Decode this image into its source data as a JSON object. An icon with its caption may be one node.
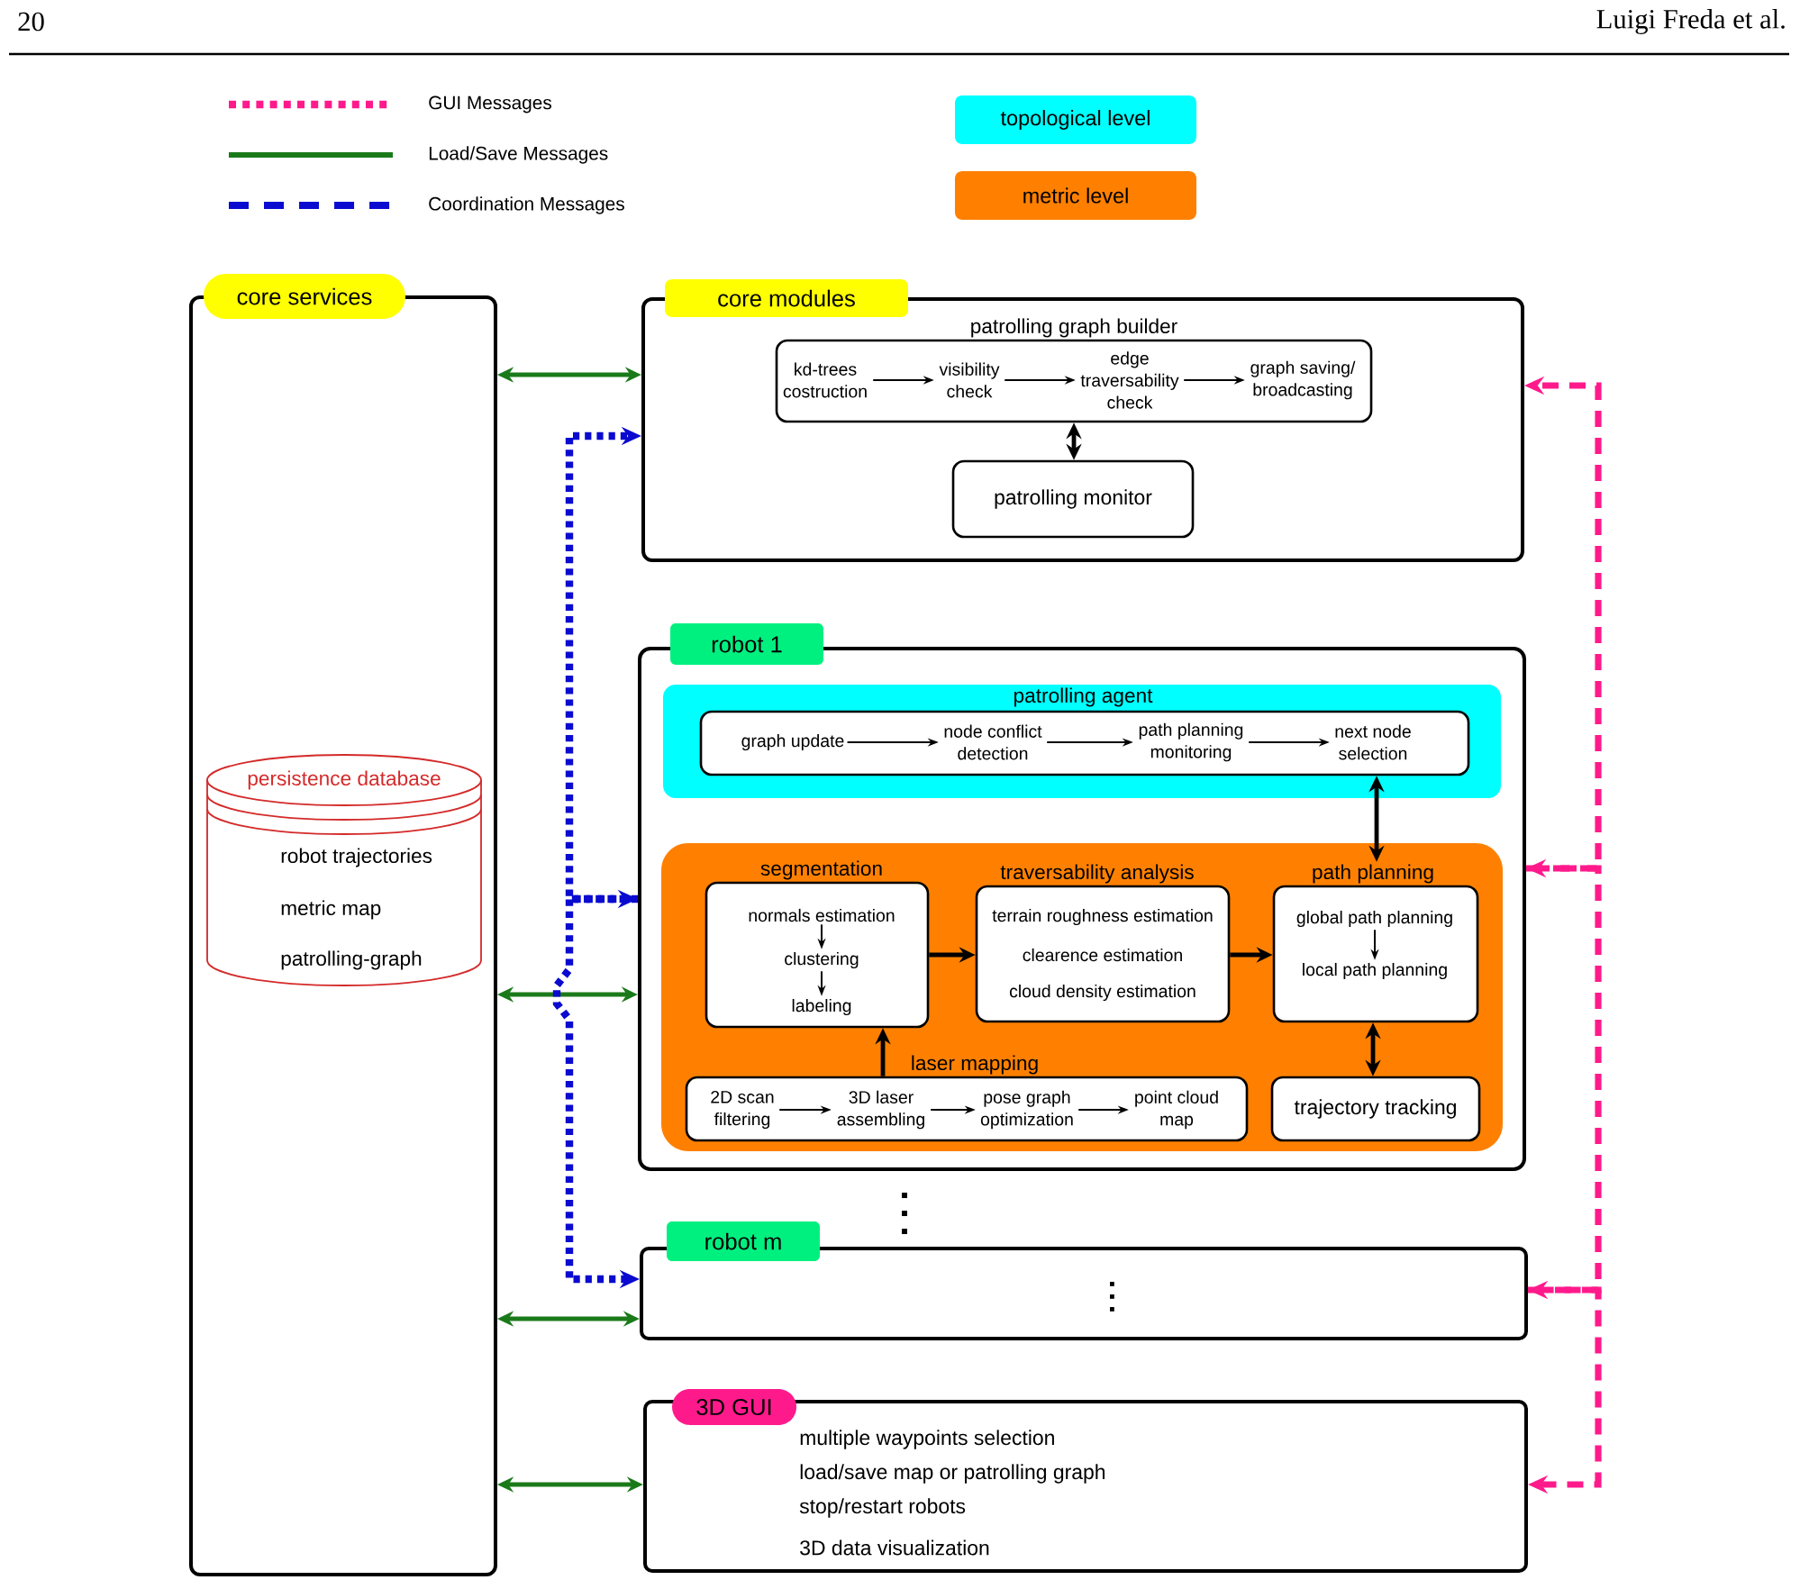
{
  "diagram": {
    "nodes": [
      {
        "text": [
          "core services"
        ]
      },
      {
        "text": [
          "persistence database",
          "robot trajectories",
          "metric map",
          "patrolling-graph"
        ],
        "in": 0
      },
      {
        "text": [
          "core modules"
        ]
      },
      {
        "text": [
          "patrolling graph builder"
        ],
        "in": 2
      },
      {
        "text": [
          "kd-trees costruction"
        ],
        "in": 3
      },
      {
        "text": [
          "visibility check"
        ],
        "in": 3
      },
      {
        "text": [
          "edge traversability check"
        ],
        "in": 3
      },
      {
        "text": [
          "graph saving/ broadcasting"
        ],
        "in": 3
      },
      {
        "text": [
          "patrolling monitor"
        ],
        "in": 2
      },
      {
        "text": [
          "robot 1"
        ]
      },
      {
        "text": [],
        "shape": "box",
        "in": 9
      },
      {
        "text": [
          "patrolling agent"
        ],
        "in": 10
      },
      {
        "text": [
          "graph update"
        ],
        "in": 11
      },
      {
        "text": [
          "node conflict detection"
        ],
        "in": 11
      },
      {
        "text": [
          "path planning monitoring"
        ],
        "in": 11
      },
      {
        "text": [
          "next node selection"
        ],
        "in": 11
      },
      {
        "text": [],
        "shape": "box",
        "in": 9
      },
      {
        "text": [
          "segmentation"
        ],
        "in": 16
      },
      {
        "text": [
          "normals estimation"
        ],
        "in": 17
      },
      {
        "text": [
          "clustering"
        ],
        "in": 17
      },
      {
        "text": [
          "labeling"
        ],
        "in": 17
      },
      {
        "text": [
          "traversability analysis",
          "terrain roughness estimation",
          "clearence estimation",
          "cloud density estimation"
        ],
        "in": 16
      },
      {
        "text": [
          "path planning"
        ],
        "in": 16
      },
      {
        "text": [
          "global path planning"
        ],
        "in": 22
      },
      {
        "text": [
          "local path planning"
        ],
        "in": 22
      },
      {
        "text": [
          "laser mapping"
        ],
        "in": 16
      },
      {
        "text": [
          "2D scan filtering"
        ],
        "in": 25
      },
      {
        "text": [
          "3D laser assembling"
        ],
        "in": 25
      },
      {
        "text": [
          "pose graph optimization"
        ],
        "in": 25
      },
      {
        "text": [
          "point cloud map"
        ],
        "in": 25
      },
      {
        "text": [
          "trajectory tracking"
        ],
        "in": 16
      },
      {
        "text": [
          "robot m"
        ]
      },
      {
        "text": [
          "3D GUI",
          "multiple waypoints selection",
          "load/save map or patrolling graph",
          "stop/restart robots",
          "3D data visualization"
        ]
      }
    ],
    "edges": [
      {
        "from": 0,
        "to": 2,
        "arrow": "both",
        "color": "#1a7a1a"
      },
      {
        "from": 9,
        "to": 2,
        "arrow": "to",
        "style": "dashed",
        "color": "#0a0ad0"
      },
      {
        "from": 4,
        "to": 5,
        "arrow": "to"
      },
      {
        "from": 5,
        "to": 6,
        "arrow": "to"
      },
      {
        "from": 6,
        "to": 7,
        "arrow": "to"
      },
      {
        "from": 3,
        "to": 8,
        "arrow": "both"
      },
      {
        "from": 9,
        "to": 2,
        "arrow": "to",
        "style": "dashed",
        "color": "#ff1a8c"
      },
      {
        "from": 12,
        "to": 13,
        "arrow": "to"
      },
      {
        "from": 13,
        "to": 14,
        "arrow": "to"
      },
      {
        "from": 14,
        "to": 15,
        "arrow": "to"
      },
      {
        "from": 11,
        "to": 22,
        "arrow": "both"
      },
      {
        "from": 31,
        "to": 9,
        "arrow": "to",
        "style": "dashed",
        "color": "#ff1a8c"
      },
      {
        "from": 18,
        "to": 19,
        "arrow": "to"
      },
      {
        "from": 19,
        "to": 20,
        "arrow": "to"
      },
      {
        "from": 17,
        "to": 21,
        "arrow": "to"
      },
      {
        "from": 21,
        "to": 22,
        "arrow": "to"
      },
      {
        "from": 23,
        "to": 24,
        "arrow": "to"
      },
      {
        "from": 0,
        "to": 9,
        "arrow": "both",
        "color": "#1a7a1a"
      },
      {
        "from": 31,
        "to": 9,
        "arrow": "both",
        "style": "dashed",
        "color": "#0a0ad0"
      },
      {
        "from": 25,
        "to": 17,
        "arrow": "to"
      },
      {
        "from": 26,
        "to": 27,
        "arrow": "to"
      },
      {
        "from": 27,
        "to": 28,
        "arrow": "to"
      },
      {
        "from": 28,
        "to": 29,
        "arrow": "to"
      },
      {
        "from": 22,
        "to": 30,
        "arrow": "both"
      },
      {
        "from": 0,
        "to": 31,
        "arrow": "both",
        "color": "#1a7a1a"
      },
      {
        "from": 32,
        "to": 31,
        "arrow": "both",
        "style": "dashed",
        "color": "#ff1a8c"
      },
      {
        "from": 0,
        "to": 32,
        "arrow": "both",
        "color": "#1a7a1a"
      }
    ],
    "labels": [
      "20",
      "Luigi Freda et al."
    ],
    "legend": [
      {
        "text": "GUI Messages"
      },
      {
        "text": "Load/Save Messages"
      },
      {
        "text": "Coordination Messages"
      },
      {
        "text": "topological level",
        "color": "#00ffff"
      },
      {
        "text": "metric level",
        "color": "#ff8000"
      }
    ]
  }
}
